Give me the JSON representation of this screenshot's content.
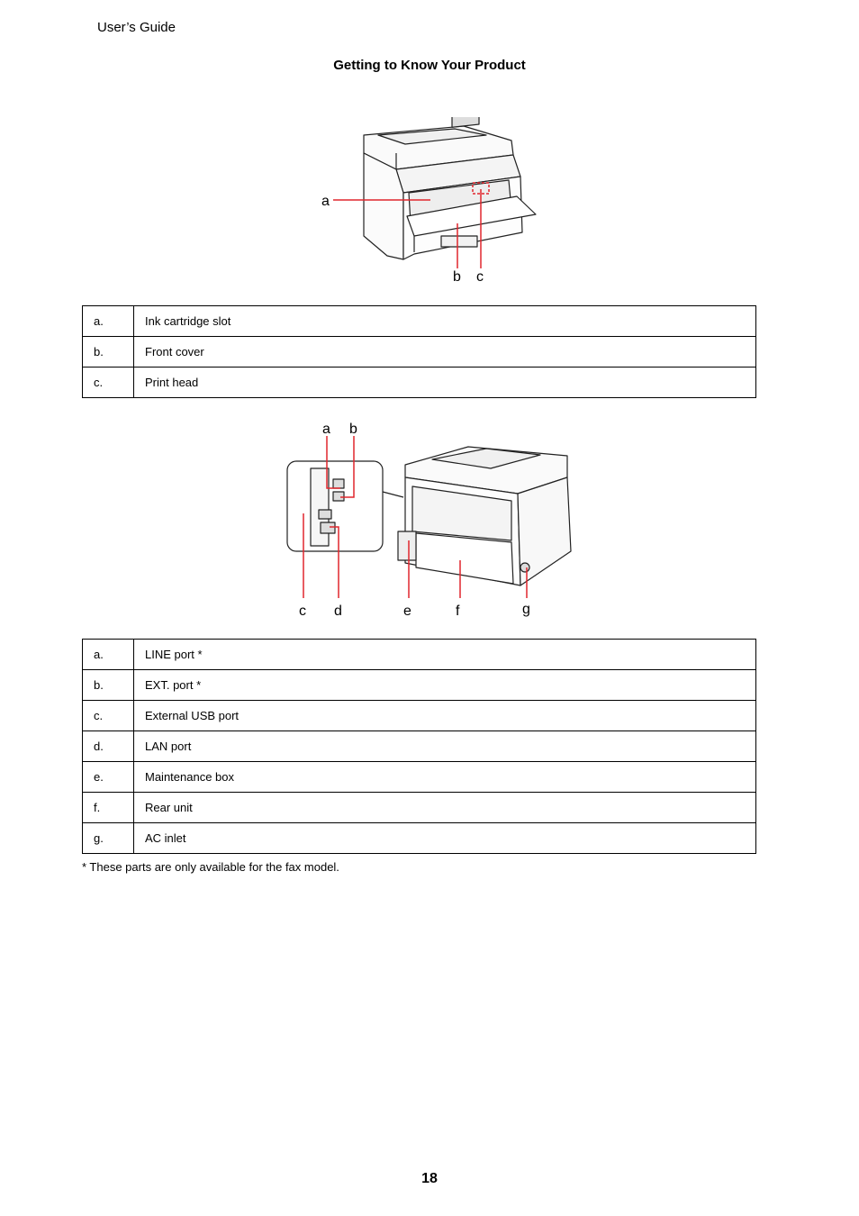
{
  "header": {
    "text": "User’s Guide"
  },
  "section_title": "Getting to Know Your Product",
  "figure1": {
    "callouts": [
      "a",
      "b",
      "c"
    ]
  },
  "table1": [
    {
      "key": "a.",
      "label": "Ink cartridge slot"
    },
    {
      "key": "b.",
      "label": "Front cover"
    },
    {
      "key": "c.",
      "label": "Print head"
    }
  ],
  "figure2": {
    "callouts": [
      "a",
      "b",
      "c",
      "d",
      "e",
      "f",
      "g"
    ]
  },
  "table2": [
    {
      "key": "a.",
      "label": "LINE port *"
    },
    {
      "key": "b.",
      "label": "EXT. port *"
    },
    {
      "key": "c.",
      "label": "External USB port"
    },
    {
      "key": "d.",
      "label": "LAN port"
    },
    {
      "key": "e.",
      "label": "Maintenance box"
    },
    {
      "key": "f.",
      "label": "Rear unit"
    },
    {
      "key": "g.",
      "label": "AC inlet"
    }
  ],
  "footnote": "* These parts are only available for the fax model.",
  "page_number": "18",
  "colors": {
    "callout_line": "#e0262d",
    "outline": "#222222"
  }
}
